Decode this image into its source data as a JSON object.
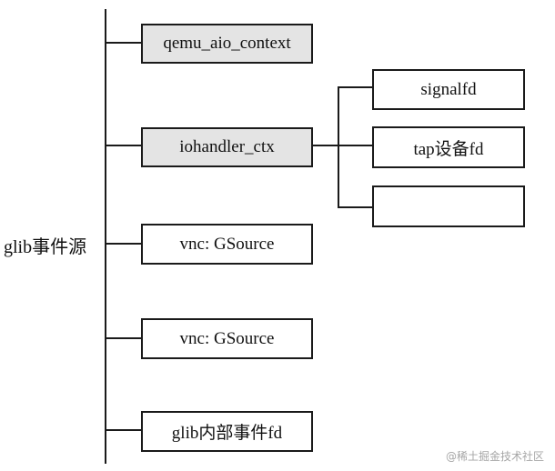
{
  "root": {
    "label": "glib事件源"
  },
  "nodes": [
    {
      "label": "qemu_aio_context",
      "shaded": true
    },
    {
      "label": "iohandler_ctx",
      "shaded": true
    },
    {
      "label": "vnc: GSource",
      "shaded": false
    },
    {
      "label": "vnc: GSource",
      "shaded": false
    },
    {
      "label": "glib内部事件fd",
      "shaded": false
    }
  ],
  "children": [
    {
      "label": "signalfd"
    },
    {
      "label": "tap设备fd"
    },
    {
      "label": ""
    }
  ],
  "watermark": "@稀土掘金技术社区",
  "colors": {
    "line": "#1a1a1a",
    "shaded_fill": "#e4e4e4",
    "watermark": "#a6a6a6"
  }
}
